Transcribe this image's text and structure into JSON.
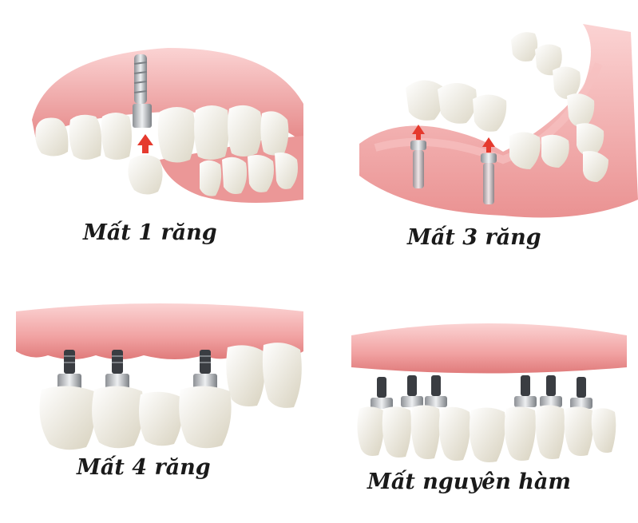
{
  "panels": [
    {
      "label": "Mất 1 răng"
    },
    {
      "label": "Mất 3 răng"
    },
    {
      "label": "Mất 4 răng"
    },
    {
      "label": "Mất nguyên hàm"
    }
  ],
  "colors": {
    "gum": "#f1a2a2",
    "gum_dark": "#e58686",
    "gum_light": "#fbd3d3",
    "tooth": "#f7f4ea",
    "tooth_shade": "#dcd7c6",
    "metal": "#b9bcc0",
    "metal_dark": "#4a4d52",
    "arrow": "#e53a2e"
  }
}
